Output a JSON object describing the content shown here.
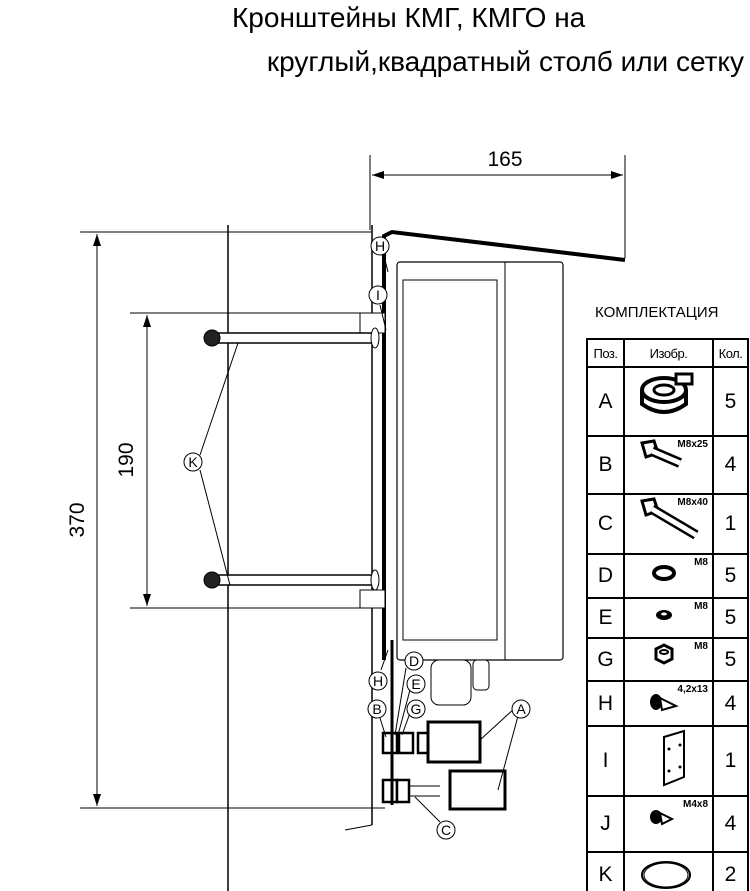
{
  "title": {
    "line1": "Кронштейны КМГ, КМГО на",
    "line2": "круглый,квадратный столб или сетку"
  },
  "dimensions": {
    "width": "165",
    "height_total": "370",
    "bracket_spacing": "190"
  },
  "callouts": {
    "H_top": "H",
    "I": "I",
    "K": "K",
    "H_bottom": "H",
    "B": "B",
    "D": "D",
    "E": "E",
    "G": "G",
    "A": "A",
    "C": "C"
  },
  "kit": {
    "title": "КОМПЛЕКТАЦИЯ",
    "headers": [
      "Поз.",
      "Изобр.",
      "Кол."
    ],
    "rows": [
      {
        "pos": "A",
        "spec": "",
        "qty": "5",
        "icon": "clamp-icon"
      },
      {
        "pos": "B",
        "spec": "M8x25",
        "qty": "4",
        "icon": "bolt-icon"
      },
      {
        "pos": "C",
        "spec": "M8x40",
        "qty": "1",
        "icon": "long-bolt-icon"
      },
      {
        "pos": "D",
        "spec": "M8",
        "qty": "5",
        "icon": "washer-icon"
      },
      {
        "pos": "E",
        "spec": "M8",
        "qty": "5",
        "icon": "spring-washer-icon"
      },
      {
        "pos": "G",
        "spec": "M8",
        "qty": "5",
        "icon": "nut-icon"
      },
      {
        "pos": "H",
        "spec": "4,2x13",
        "qty": "4",
        "icon": "self-tapping-screw-icon"
      },
      {
        "pos": "I",
        "spec": "",
        "qty": "1",
        "icon": "plate-icon"
      },
      {
        "pos": "J",
        "spec": "M4x8",
        "qty": "4",
        "icon": "screw-icon"
      },
      {
        "pos": "K",
        "spec": "",
        "qty": "2",
        "icon": "band-icon"
      }
    ]
  }
}
